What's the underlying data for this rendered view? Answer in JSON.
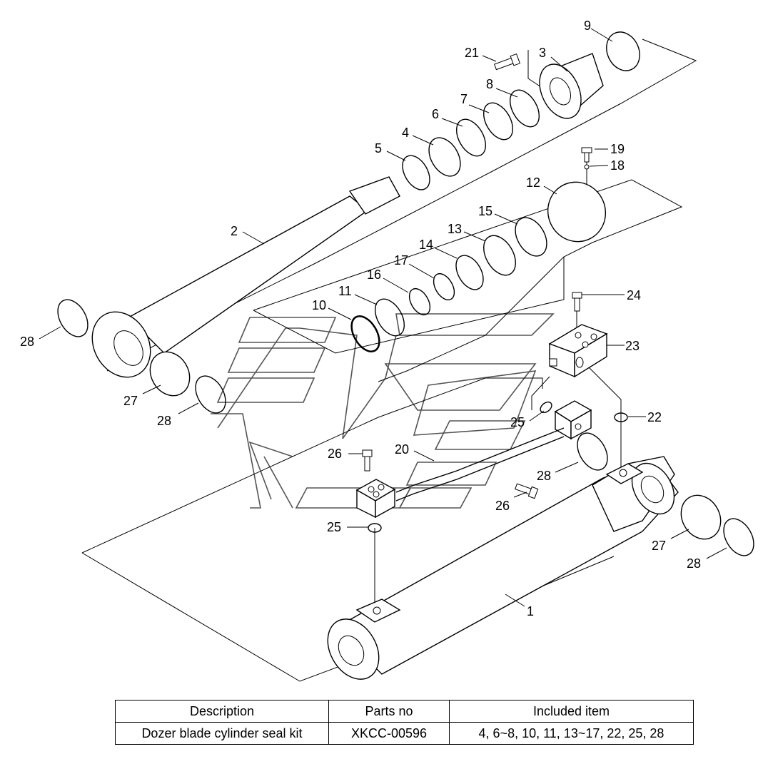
{
  "parts": {
    "p1": "1",
    "p2": "2",
    "p3": "3",
    "p4": "4",
    "p5": "5",
    "p6": "6",
    "p7": "7",
    "p8": "8",
    "p9": "9",
    "p10": "10",
    "p11": "11",
    "p12": "12",
    "p13": "13",
    "p14": "14",
    "p15": "15",
    "p16": "16",
    "p17": "17",
    "p18": "18",
    "p19": "19",
    "p20": "20",
    "p21": "21",
    "p22": "22",
    "p23": "23",
    "p24": "24",
    "p25": "25",
    "p26": "26",
    "p27": "27",
    "p28": "28"
  },
  "table": {
    "headers": [
      "Description",
      "Parts no",
      "Included item"
    ],
    "row": {
      "description": "Dozer blade cylinder seal kit",
      "parts_no": "XKCC-00596",
      "included": "4, 6~8, 10, 11, 13~17, 22, 25, 28"
    }
  }
}
